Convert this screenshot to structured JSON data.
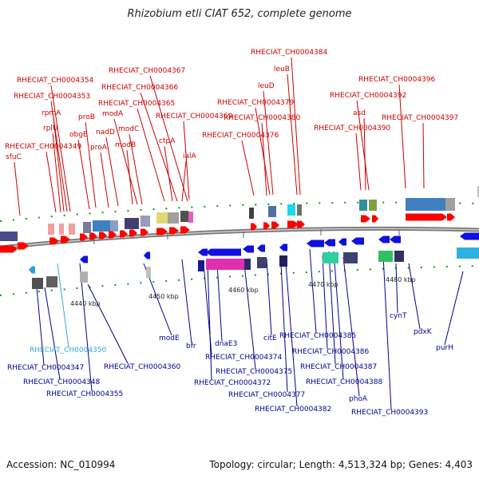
{
  "title": "Rhizobium etli CIAT 652, complete genome",
  "footer": {
    "accession": "Accession: NC_010994",
    "summary": "Topology: circular; Length: 4,513,324 bp; Genes: 4,403"
  },
  "ticks": [
    "4440 kbp",
    "4450 kbp",
    "4460 kbp",
    "4470 kbp",
    "4480 kbp"
  ],
  "top_labels": [
    "RHECIAT_CH0004384",
    "leuB",
    "RHECIAT_CH0004367",
    "RHECIAT_CH0004396",
    "RHECIAT_CH0004354",
    "leuD",
    "RHECIAT_CH0004366",
    "RHECIAT_CH0004353",
    "RHECIAT_CH0004392",
    "RHECIAT_CH0004365",
    "RHECIAT_CH0004379",
    "rpmA",
    "modA",
    "asd",
    "proB",
    "RHECIAT_CH0004369",
    "RHECIAT_CH0004380",
    "RHECIAT_CH0004397",
    "rplU",
    "modC",
    "RHECIAT_CH0004390",
    "obgE",
    "nadD",
    "RHECIAT_CH0004376",
    "ctpA",
    "RHECIAT_CH0004349",
    "proA",
    "modB",
    "sfuC",
    "ialA"
  ],
  "bottom_labels": [
    "cynT",
    "pdxK",
    "RHECIAT_CH0004385",
    "modE",
    "citE",
    "bfr",
    "dnaE3",
    "RHECIAT_CH0004386",
    "purH",
    "RHECIAT_CH0004350",
    "RHECIAT_CH0004374",
    "RHECIAT_CH0004360",
    "RHECIAT_CH0004347",
    "RHECIAT_CH0004387",
    "RHECIAT_CH0004375",
    "RHECIAT_CH0004348",
    "RHECIAT_CH0004388",
    "RHECIAT_CH0004372",
    "RHECIAT_CH0004355",
    "RHECIAT_CH0004377",
    "phoA",
    "RHECIAT_CH0004382",
    "RHECIAT_CH0004393"
  ],
  "colors": {
    "forward_label": "#cc0000",
    "reverse_label": "#00008b",
    "highlight_label": "#33aacc",
    "forward_gene": "#ff0000",
    "reverse_gene": "#1010e0",
    "axis": "#777777",
    "dots": "#119911"
  }
}
